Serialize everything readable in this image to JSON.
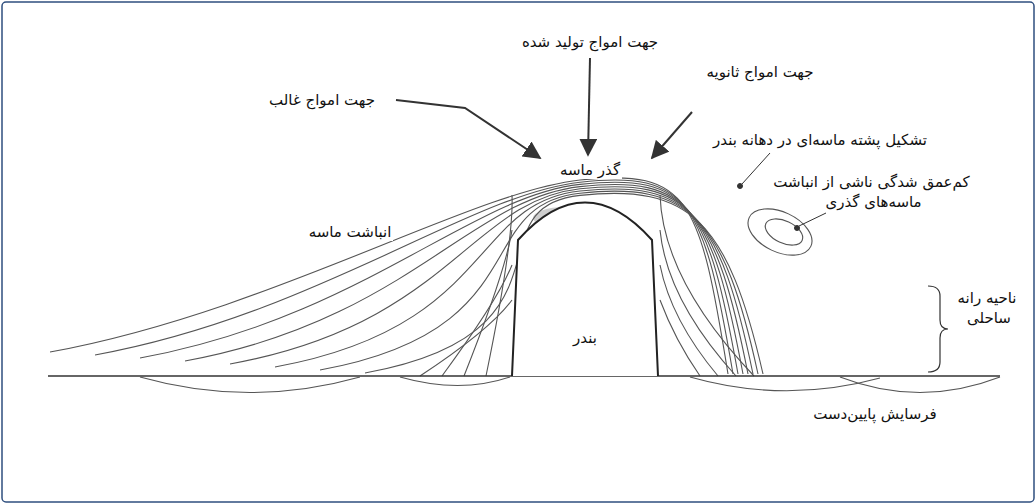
{
  "diagram": {
    "nodes": [
      {
        "text": [
          "بندر"
        ]
      }
    ],
    "labels": [
      "جهت امواج تولید شده",
      "جهت امواج غالب",
      "جهت امواج ثانویه",
      "تشکیل پشته ماسه‌ای در دهانه بندر",
      "گذر ماسه",
      "کم‌عمق شدگی ناشی از انباشت ماسه‌های گذری",
      "انباشت ماسه",
      "ناحیه رانه ساحلی",
      "فرسایش پایین‌دست"
    ]
  }
}
